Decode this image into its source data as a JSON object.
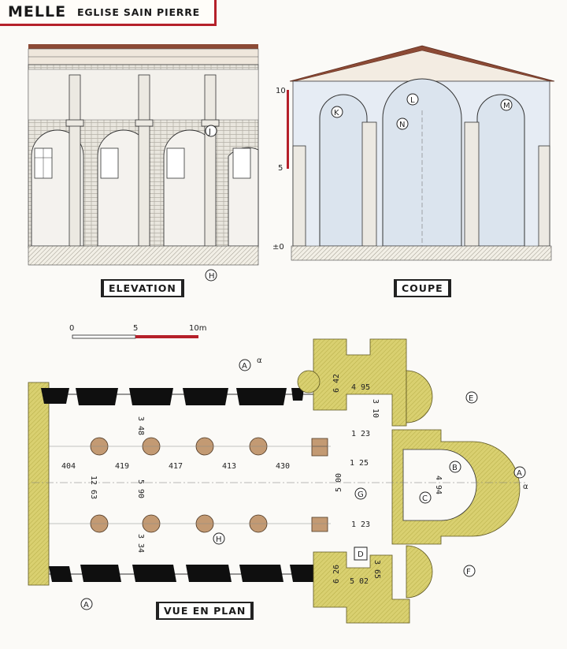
{
  "title": {
    "main": "MELLE",
    "sub": "EGLISE SAIN PIERRE"
  },
  "sections": {
    "elevation": "ELEVATION",
    "coupe": "COUPE",
    "plan": "VUE EN PLAN"
  },
  "scale": {
    "start": "0",
    "mid": "5",
    "end": "10m"
  },
  "section_height_marks": {
    "top": "10",
    "mid": "5",
    "base": "±0"
  },
  "callouts": {
    "J": "J",
    "H_elev": "H",
    "K": "K",
    "L": "L",
    "M": "M",
    "N": "N",
    "A_top": "A",
    "A_bottom": "A",
    "A_right": "A",
    "alpha": "α",
    "B": "B",
    "C": "C",
    "D": "D",
    "E": "E",
    "F": "F",
    "G": "G",
    "H_plan": "H"
  },
  "dimensions": {
    "bay_widths": [
      "404",
      "419",
      "417",
      "413",
      "430"
    ],
    "nave_width": "12 63",
    "aisle_north": "3 48",
    "aisle_south": "3 34",
    "nave_clear": "5 90",
    "transept_north_length": "6 42",
    "transept_north_width": "4 95",
    "north_apse_depth": "3 10",
    "crossing_north": "1 23",
    "crossing_span": "1 25",
    "crossing_width": "5 00",
    "crossing_south": "1 23",
    "apse_width": "4 94",
    "transept_south_length": "6 26",
    "south_apse_depth": "3 65",
    "transept_south_width": "5 02"
  },
  "colors": {
    "accent": "#b5202a",
    "wall": "#d9d070",
    "pier": "#c39a73",
    "pier_black": "#0f0f0f",
    "roof": "#8c4a35"
  }
}
